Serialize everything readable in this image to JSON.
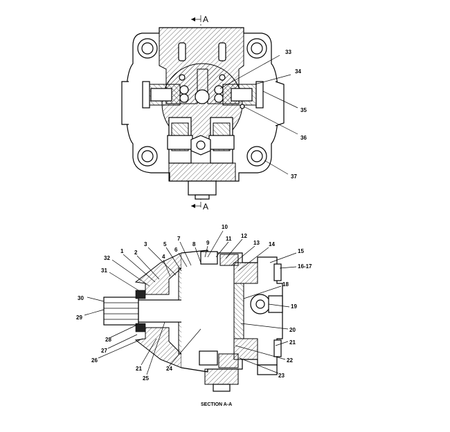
{
  "section_marks": [
    "A",
    "A"
  ],
  "top_view_callouts": [
    "33",
    "34",
    "35",
    "36",
    "37"
  ],
  "section_callouts": [
    "10",
    "9",
    "11",
    "12",
    "13",
    "14",
    "15",
    "7",
    "8",
    "3",
    "5",
    "6",
    "32",
    "1",
    "2",
    "4",
    "16-17",
    "31",
    "18",
    "30",
    "19",
    "29",
    "20",
    "28",
    "21",
    "27",
    "26",
    "22",
    "21",
    "24",
    "25",
    "23"
  ],
  "caption": "SECTION A-A"
}
